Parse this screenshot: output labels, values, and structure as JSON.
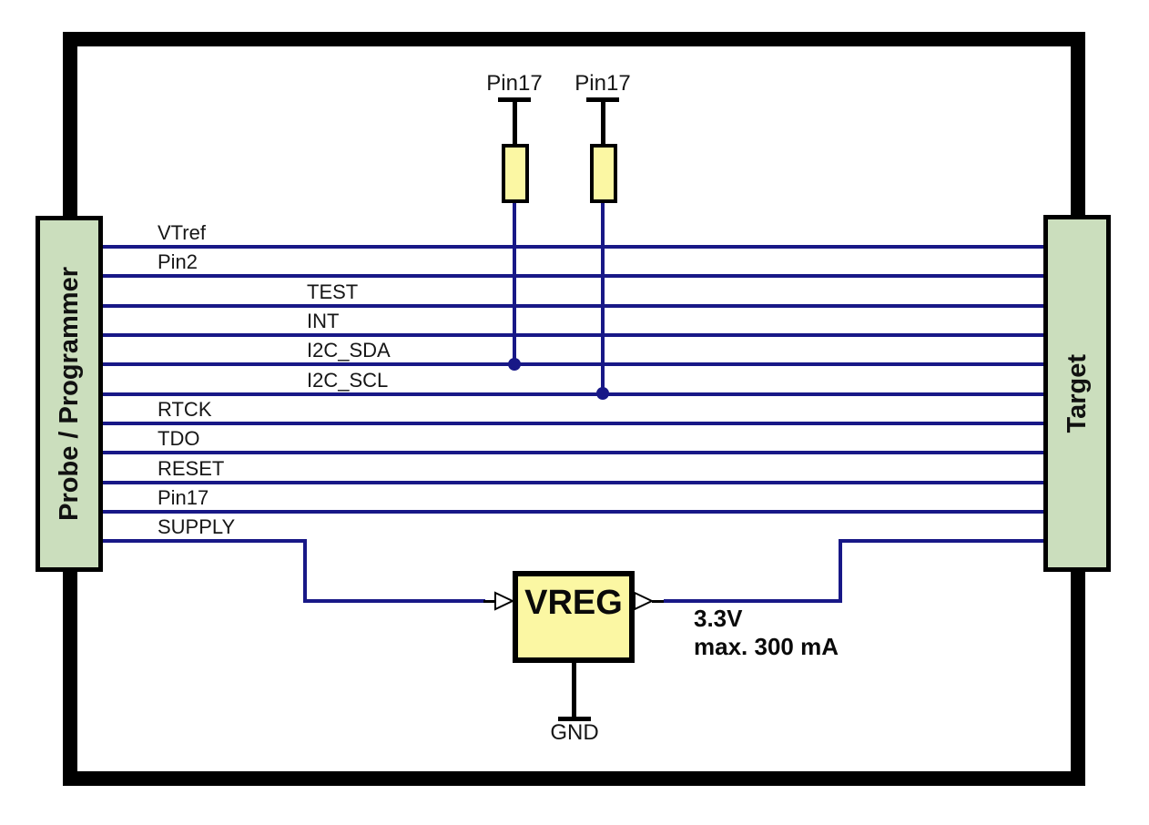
{
  "diagram": {
    "probe_label": "Probe / Programmer",
    "target_label": "Target",
    "signals": [
      {
        "label": "VTref"
      },
      {
        "label": "Pin2"
      },
      {
        "label": "TEST"
      },
      {
        "label": "INT"
      },
      {
        "label": "I2C_SDA"
      },
      {
        "label": "I2C_SCL"
      },
      {
        "label": "RTCK"
      },
      {
        "label": "TDO"
      },
      {
        "label": "RESET"
      },
      {
        "label": "Pin17"
      },
      {
        "label": "SUPPLY"
      }
    ],
    "pullups": [
      {
        "label": "Pin17"
      },
      {
        "label": "Pin17"
      }
    ],
    "vreg": {
      "label": "VREG",
      "output_voltage": "3.3V",
      "output_current": "max. 300 mA",
      "ground_label": "GND"
    },
    "colors": {
      "wire": "#181887",
      "frame": "#000000",
      "connector_fill": "#cbdebd",
      "component_fill": "#fbf7a3"
    }
  }
}
